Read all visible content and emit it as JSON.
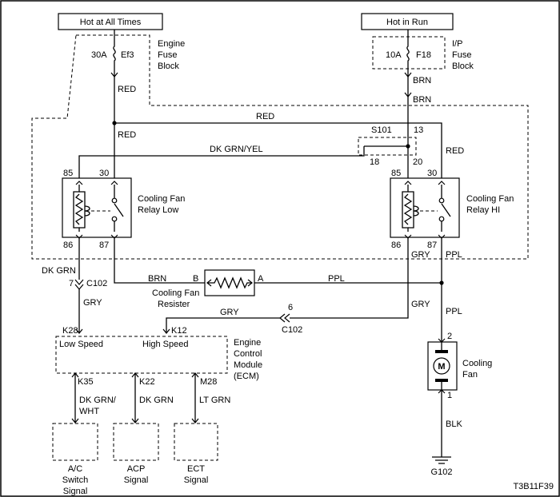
{
  "diagram": {
    "supply_hot_all": "Hot at All Times",
    "supply_hot_run": "Hot in Run",
    "engine_fuse_block": [
      "Engine",
      "Fuse",
      "Block"
    ],
    "ip_fuse_block": [
      "I/P",
      "Fuse",
      "Block"
    ],
    "fuse_ef3_rating": "30A",
    "fuse_ef3_name": "Ef3",
    "fuse_f18_rating": "10A",
    "fuse_f18_name": "F18",
    "splice": "S101",
    "splice_pins": {
      "p13": "13",
      "p18": "18",
      "p20": "20"
    },
    "relay_low": {
      "name": [
        "Cooling Fan",
        "Relay Low"
      ],
      "pins": {
        "p85": "85",
        "p30": "30",
        "p86": "86",
        "p87": "87"
      }
    },
    "relay_hi": {
      "name": [
        "Cooling Fan",
        "Relay HI"
      ],
      "pins": {
        "p85": "85",
        "p30": "30",
        "p86": "86",
        "p87": "87"
      }
    },
    "resistor": {
      "name": [
        "Cooling Fan",
        "Resister"
      ],
      "pin_b": "B",
      "pin_a": "A"
    },
    "connector_c102_a": {
      "pin": "7",
      "name": "C102"
    },
    "connector_c102_b": {
      "pin": "6",
      "name": "C102"
    },
    "ecm": {
      "name": [
        "Engine",
        "Control",
        "Module",
        "(ECM)"
      ],
      "pin_k28": "K28",
      "pin_k12": "K12",
      "low_speed": "Low Speed",
      "high_speed": "High Speed",
      "pin_k35": "K35",
      "pin_k22": "K22",
      "pin_m28": "M28"
    },
    "motor": {
      "name": [
        "Cooling",
        "Fan"
      ],
      "symbol": "M",
      "pin_top": "2",
      "pin_bottom": "1"
    },
    "ground": "G102",
    "wires": {
      "red_1": "RED",
      "red_2": "RED",
      "red_3": "RED",
      "red_4": "RED",
      "brn_1": "BRN",
      "brn_2": "BRN",
      "brn_3": "BRN",
      "dkgrn_yel": "DK GRN/YEL",
      "dkgrn": "DK GRN",
      "gry_1": "GRY",
      "gry_2": "GRY",
      "gry_3": "GRY",
      "gry_4": "GRY",
      "ppl_1": "PPL",
      "ppl_2": "PPL",
      "ppl_3": "PPL",
      "blk": "BLK",
      "dkgrn_wht": [
        "DK GRN/",
        "WHT"
      ],
      "dkgrn_2": "DK GRN",
      "ltgrn": "LT GRN"
    },
    "signals": {
      "ac": [
        "A/C",
        "Switch",
        "Signal"
      ],
      "acp": [
        "ACP",
        "Signal"
      ],
      "ect": [
        "ECT",
        "Signal"
      ]
    },
    "drawing_id": "T3B11F39"
  }
}
